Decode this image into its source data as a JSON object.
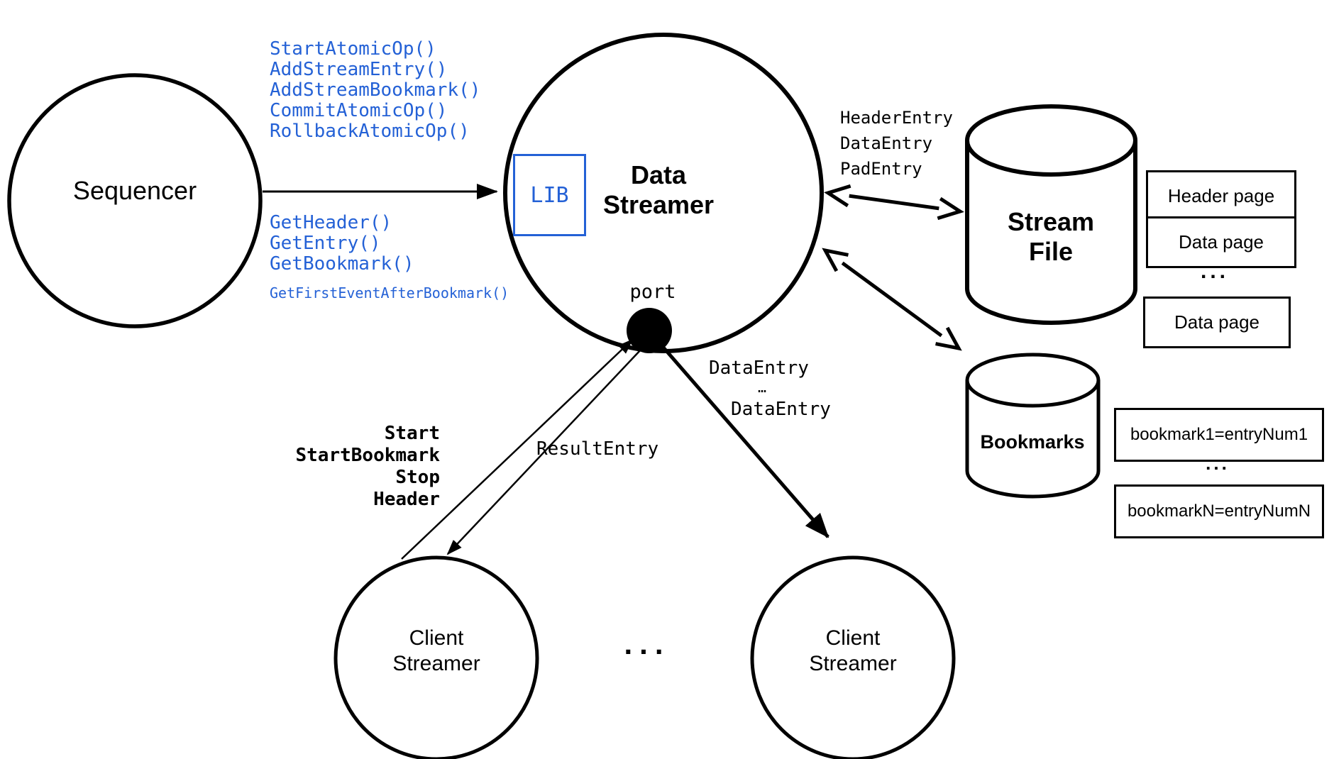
{
  "colors": {
    "accent_blue": "#2461d6",
    "ink": "#000000"
  },
  "nodes": {
    "sequencer": {
      "label": "Sequencer"
    },
    "data_streamer": {
      "line1": "Data",
      "line2": "Streamer",
      "lib": "LIB",
      "port": "port"
    },
    "stream_file": {
      "line1": "Stream",
      "line2": "File"
    },
    "bookmarks_store": {
      "label": "Bookmarks"
    },
    "client_left": {
      "line1": "Client",
      "line2": "Streamer"
    },
    "client_right": {
      "line1": "Client",
      "line2": "Streamer"
    },
    "clients_ellipsis": "..."
  },
  "api": {
    "write_calls": [
      "StartAtomicOp()",
      "AddStreamEntry()",
      "AddStreamBookmark()",
      "CommitAtomicOp()",
      "RollbackAtomicOp()"
    ],
    "read_calls": [
      "GetHeader()",
      "GetEntry()",
      "GetBookmark()"
    ],
    "read_call_small": "GetFirstEventAfterBookmark()"
  },
  "labels": {
    "file_entries": [
      "HeaderEntry",
      "DataEntry",
      "PadEntry"
    ],
    "client_commands": [
      "Start",
      "StartBookmark",
      "Stop",
      "Header"
    ],
    "result_entry": "ResultEntry",
    "data_entry_top": "DataEntry",
    "data_entry_ellipsis": "…",
    "data_entry_bottom": "DataEntry"
  },
  "stream_file_pages": {
    "page1": "Header page",
    "page2": "Data page",
    "ellipsis": "...",
    "page3": "Data page"
  },
  "bookmark_entries": {
    "first": "bookmark1=entryNum1",
    "ellipsis": "...",
    "last": "bookmarkN=entryNumN"
  }
}
